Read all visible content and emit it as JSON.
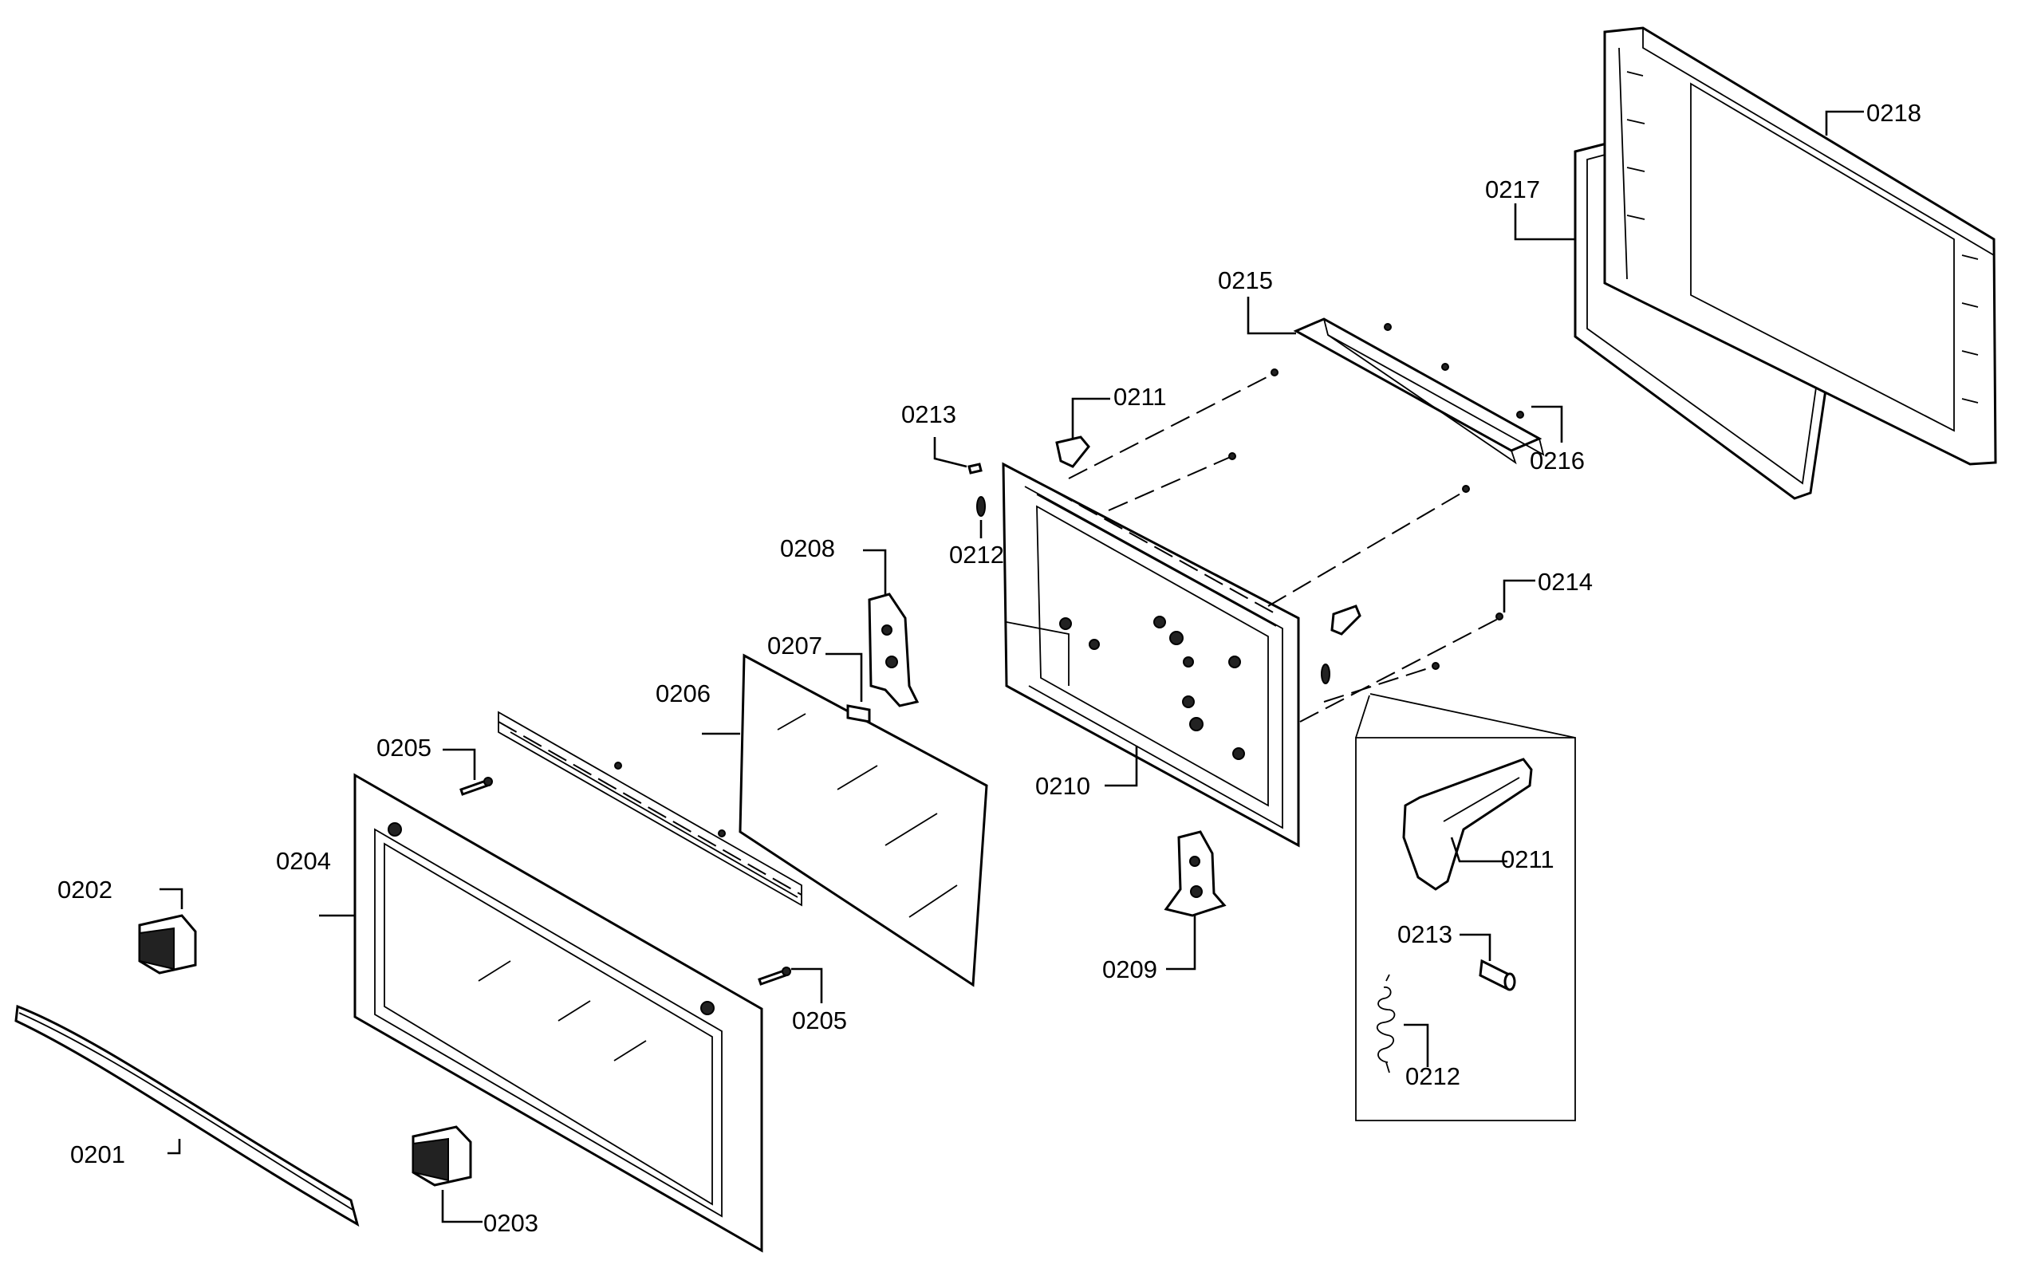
{
  "diagram": {
    "labels": {
      "p0201": "0201",
      "p0202": "0202",
      "p0203": "0203",
      "p0204": "0204",
      "p0205a": "0205",
      "p0205b": "0205",
      "p0206": "0206",
      "p0207": "0207",
      "p0208": "0208",
      "p0209": "0209",
      "p0210": "0210",
      "p0211a": "0211",
      "p0211b": "0211",
      "p0212a": "0212",
      "p0212b": "0212",
      "p0213a": "0213",
      "p0213b": "0213",
      "p0214": "0214",
      "p0215": "0215",
      "p0216": "0216",
      "p0217": "0217",
      "p0218": "0218"
    }
  }
}
